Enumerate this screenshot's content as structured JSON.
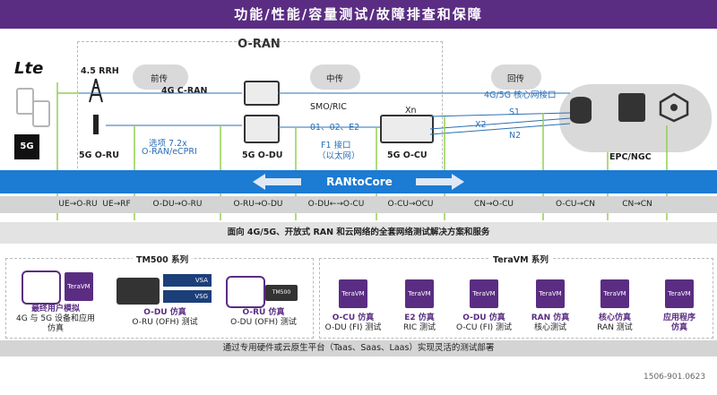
{
  "header": {
    "title": "功能/性能/容量测试/故障排查和保障"
  },
  "oran": {
    "title": "O-RAN"
  },
  "clouds": {
    "fronthaul": "前传",
    "midhaul": "中传",
    "backhaul": "回传"
  },
  "devices": {
    "rrh": "4.5 RRH",
    "oru": "5G O-RU",
    "odu": "5G O-DU",
    "smo": "SMO/RIC",
    "ocu": "5G O-CU",
    "xn": "Xn",
    "epc": "EPC/NGC"
  },
  "links": {
    "cran": "4G C-RAN",
    "core_if": "4G/5G 核心网接口",
    "option_line1": "选项 7.2x",
    "option_line2": "O-RAN/eCPRI",
    "o_labels": "01、02、E2",
    "f1_line1": "F1 接口",
    "f1_line2": "（以太网）",
    "s1": "S1",
    "x2": "X2",
    "n2": "N2"
  },
  "icons": {
    "lte": "Lte",
    "g5": "5G"
  },
  "band": {
    "label": "RANtoCore"
  },
  "segments": [
    "UE→O-RU",
    "UE→RF",
    "O-DU→O-RU",
    "O-RU→O-DU",
    "O-DU←→O-CU",
    "O-CU→OCU",
    "CN→O-CU",
    "O-CU→CN",
    "CN→CN"
  ],
  "note": "面向 4G/5G、开放式 RAN 和云网络的全套网络测试解决方案和服务",
  "tm500": {
    "title": "TM500 系列",
    "items": [
      {
        "name": "最终用户模拟",
        "desc": "4G 与 5G 设备和应用仿真"
      },
      {
        "name": "O-DU 仿真",
        "desc": "O-RU (OFH) 测试"
      },
      {
        "name": "O-RU 仿真",
        "desc": "O-DU (OFH) 测试"
      }
    ],
    "tile_label": "TeraVM",
    "vsa": "VSA",
    "vsg": "VSG",
    "chassis": "TM500"
  },
  "teravm": {
    "title": "TeraVM 系列",
    "tile_label": "TeraVM",
    "items": [
      {
        "name": "O-CU 仿真",
        "desc": "O-DU (FI) 测试"
      },
      {
        "name": "E2 仿真",
        "desc": "RIC 测试"
      },
      {
        "name": "O-DU 仿真",
        "desc": "O-CU (FI) 测试"
      },
      {
        "name": "RAN 仿真",
        "desc": "核心测试"
      },
      {
        "name": "核心仿真",
        "desc": "RAN 测试"
      },
      {
        "name": "应用程序",
        "desc": "仿真"
      }
    ]
  },
  "footer": "通过专用硬件或云原生平台（Taas、Saas、Laas）实现灵活的测试部署",
  "doc_id": "1506-901.0623",
  "colors": {
    "purple": "#5a2d82",
    "blue": "#1c7bd2",
    "green": "#92d050",
    "grey": "#d4d4d4"
  }
}
